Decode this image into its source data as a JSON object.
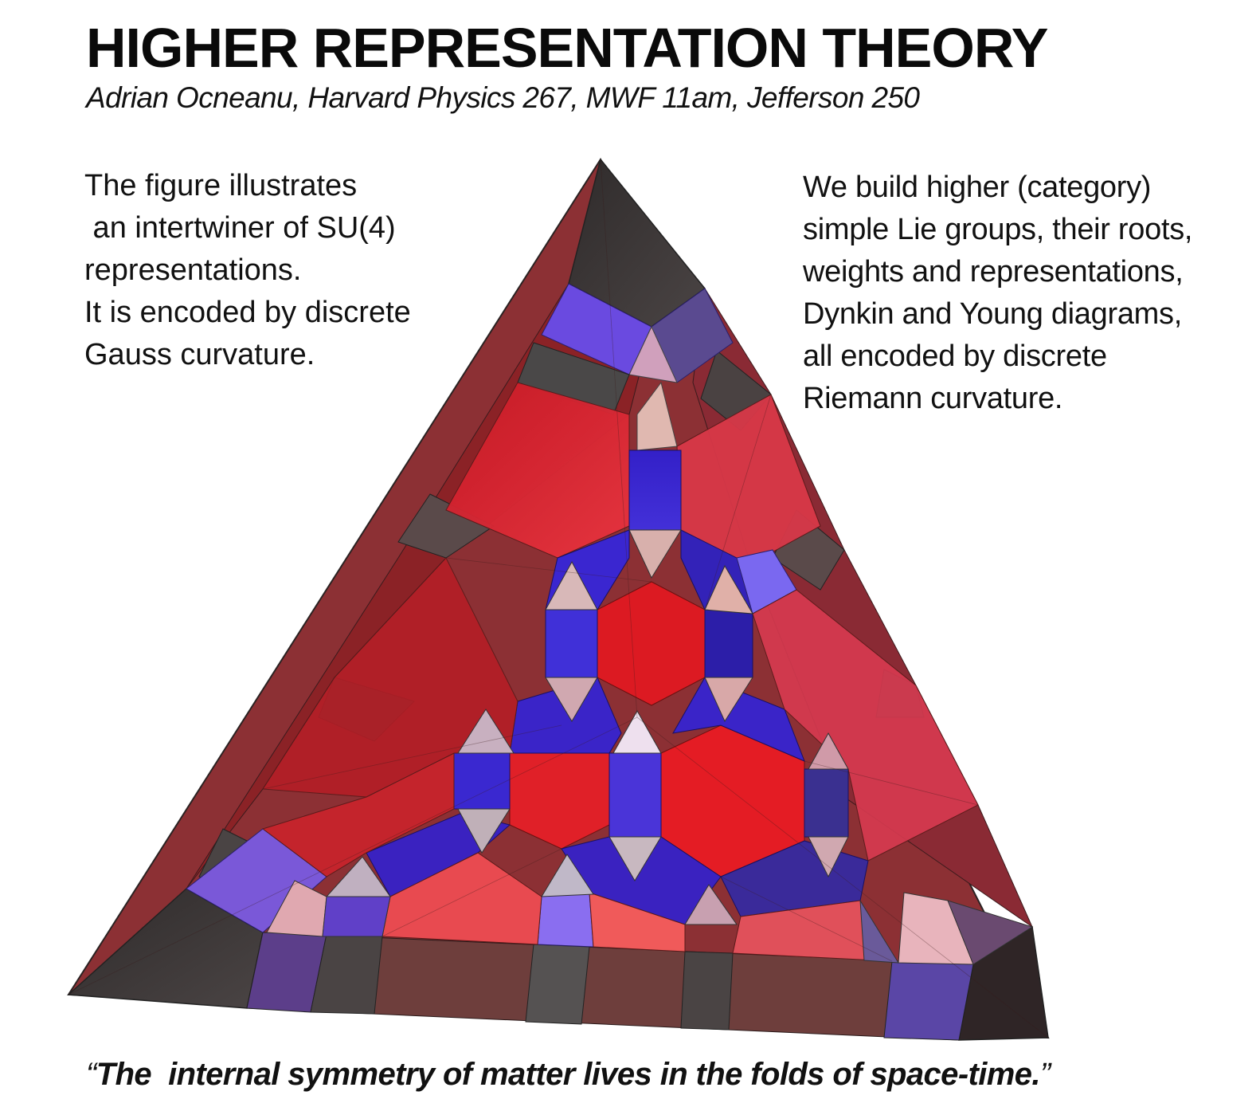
{
  "header": {
    "title": "HIGHER REPRESENTATION THEORY",
    "subtitle": "Adrian Ocneanu, Harvard Physics 267, MWF 11am, Jefferson 250"
  },
  "left_text": {
    "lines": [
      "The figure illustrates",
      " an intertwiner of SU(4)",
      "representations.",
      "It is encoded by discrete",
      "Gauss curvature."
    ]
  },
  "right_text": {
    "lines": [
      "We build higher (category)",
      "simple Lie groups, their roots,",
      "weights and representations,",
      "Dynkin and Young diagrams,",
      "all encoded by discrete",
      "Riemann curvature."
    ]
  },
  "figure": {
    "colors": {
      "dark": "#3d3a3a",
      "red": "#d8202c",
      "blue": "#3a25cf",
      "violet": "#7a60e8",
      "pink": "#e8b0b4",
      "brown": "#6e3e3c"
    }
  },
  "quote": {
    "open": "“",
    "text": "The  internal symmetry of matter lives in the folds of space-time.",
    "close": "”"
  }
}
